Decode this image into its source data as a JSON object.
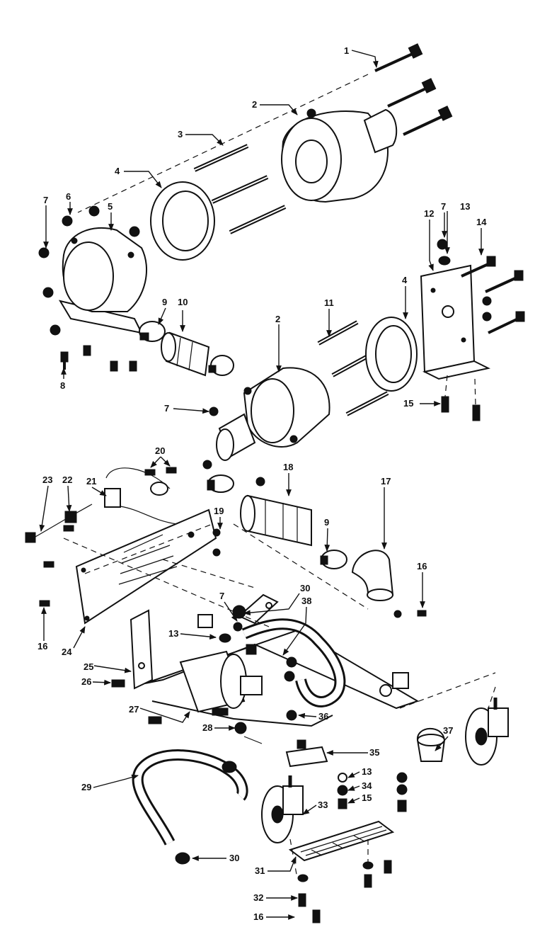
{
  "diagram": {
    "callouts": [
      "1",
      "2",
      "3",
      "4",
      "5",
      "6",
      "7",
      "2",
      "4",
      "7",
      "8",
      "9",
      "10",
      "11",
      "12",
      "13",
      "14",
      "15",
      "7",
      "16",
      "17",
      "18",
      "9",
      "19",
      "20",
      "21",
      "22",
      "23",
      "24",
      "16",
      "25",
      "26",
      "27",
      "28",
      "29",
      "30",
      "13",
      "30",
      "31",
      "32",
      "16",
      "33",
      "34",
      "35",
      "13",
      "15",
      "36",
      "37",
      "38",
      "7"
    ]
  }
}
